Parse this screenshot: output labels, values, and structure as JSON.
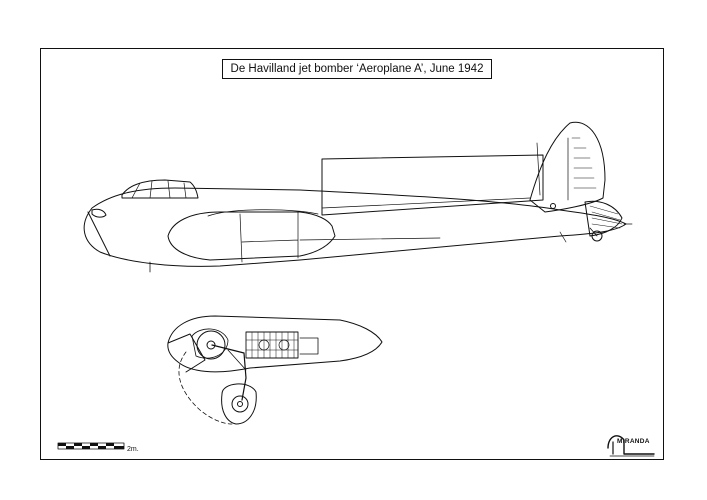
{
  "title": "De Havilland jet bomber ‘Aeroplane A’, June 1942",
  "scale_bar": {
    "label": "2m.",
    "segments": 8
  },
  "logo": {
    "text": "MIRANDA"
  },
  "colors": {
    "ink": "#111111",
    "paper": "#ffffff"
  }
}
